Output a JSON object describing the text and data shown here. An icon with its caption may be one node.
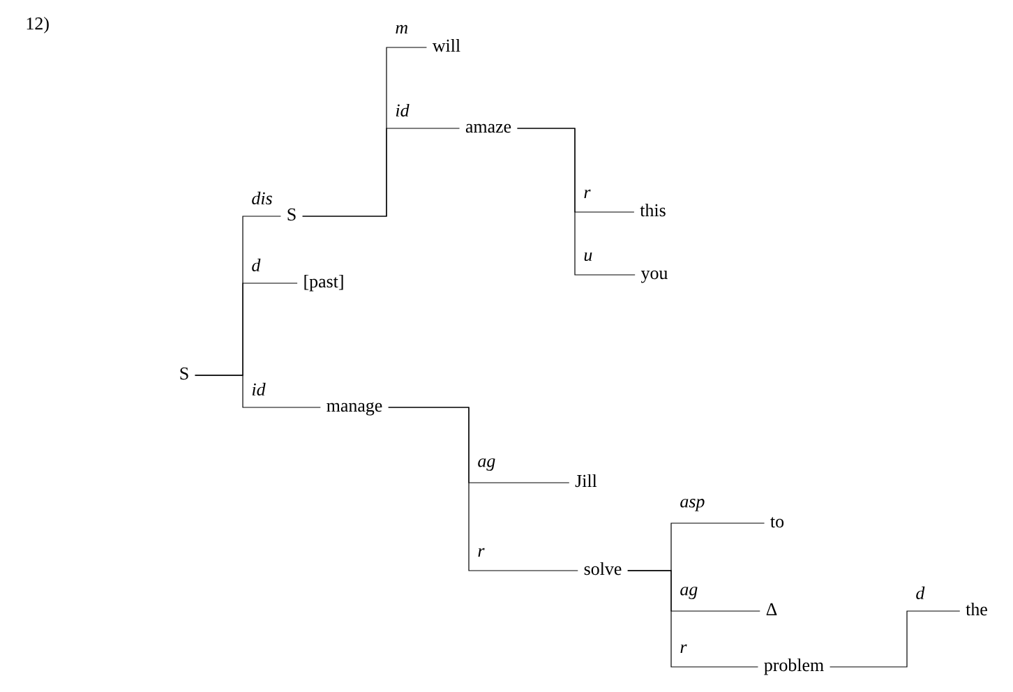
{
  "diagram": {
    "nodes": [
      {
        "text": [
          "S"
        ]
      },
      {
        "text": [
          "S"
        ]
      },
      {
        "text": [
          "will"
        ]
      },
      {
        "text": [
          "amaze"
        ]
      },
      {
        "text": [
          "this"
        ]
      },
      {
        "text": [
          "you"
        ]
      },
      {
        "text": [
          "[past]"
        ]
      },
      {
        "text": [
          "manage"
        ]
      },
      {
        "text": [
          "Jill"
        ]
      },
      {
        "text": [
          "solve"
        ]
      },
      {
        "text": [
          "to"
        ]
      },
      {
        "text": [
          "Δ"
        ]
      },
      {
        "text": [
          "problem"
        ]
      },
      {
        "text": [
          "the"
        ]
      }
    ],
    "edges": [
      {
        "from": 0,
        "to": 1,
        "arrow": "none",
        "label": "dis"
      },
      {
        "from": 0,
        "to": 6,
        "arrow": "none",
        "label": "d"
      },
      {
        "from": 0,
        "to": 7,
        "arrow": "none",
        "label": "id"
      },
      {
        "from": 1,
        "to": 2,
        "arrow": "none",
        "label": "m"
      },
      {
        "from": 1,
        "to": 3,
        "arrow": "none",
        "label": "id"
      },
      {
        "from": 3,
        "to": 4,
        "arrow": "none",
        "label": "r"
      },
      {
        "from": 3,
        "to": 5,
        "arrow": "none",
        "label": "u"
      },
      {
        "from": 7,
        "to": 8,
        "arrow": "none",
        "label": "ag"
      },
      {
        "from": 7,
        "to": 9,
        "arrow": "none",
        "label": "r"
      },
      {
        "from": 9,
        "to": 10,
        "arrow": "none",
        "label": "asp"
      },
      {
        "from": 9,
        "to": 11,
        "arrow": "none",
        "label": "ag"
      },
      {
        "from": 9,
        "to": 12,
        "arrow": "none",
        "label": "r"
      },
      {
        "from": 12,
        "to": 13,
        "arrow": "none",
        "label": "d"
      }
    ],
    "labels": [
      "12)"
    ]
  }
}
